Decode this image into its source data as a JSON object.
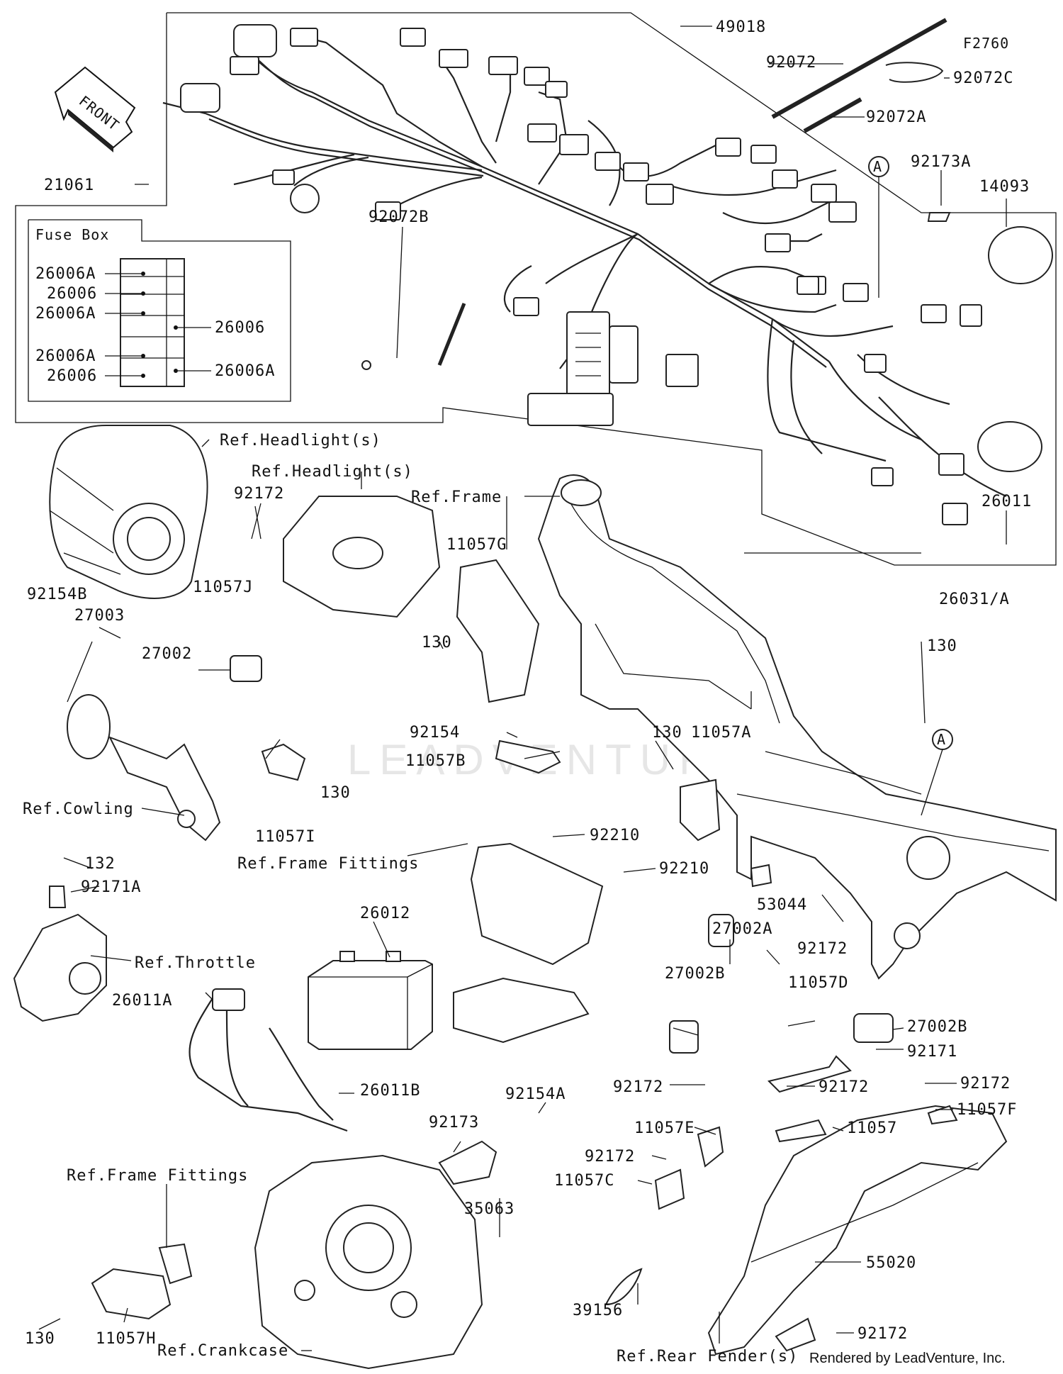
{
  "diagram": {
    "code": "F2760",
    "front_label": "FRONT",
    "callout_a": "A",
    "fuse_box": {
      "title": "Fuse Box",
      "left_fuses": [
        "26006A",
        "26006",
        "26006A",
        "26006A",
        "26006"
      ],
      "right_fuses": [
        "26006",
        "26006A"
      ]
    },
    "parts": [
      "49018",
      "92072",
      "92072C",
      "92072A",
      "92173A",
      "14093",
      "21061",
      "92072B",
      "26011",
      "26031/A",
      "Ref.Headlight(s)",
      "Ref.Headlight(s)",
      "92172",
      "11057J",
      "92154B",
      "27003",
      "27002",
      "Ref.Frame",
      "11057G",
      "130",
      "130",
      "92154",
      "11057B",
      "130",
      "11057A",
      "130",
      "11057I",
      "Ref.Cowling",
      "92210",
      "92210",
      "Ref.Frame Fittings",
      "132",
      "92171A",
      "26012",
      "Ref.Throttle",
      "26011A",
      "53044",
      "27002A",
      "92172",
      "27002B",
      "11057D",
      "27002B",
      "92171",
      "92172",
      "92172",
      "92172",
      "26011B",
      "92173",
      "92154A",
      "11057E",
      "11057",
      "11057F",
      "92172",
      "11057C",
      "35063",
      "Ref.Frame Fittings",
      "55020",
      "39156",
      "130",
      "11057H",
      "Ref.Crankcase",
      "Ref.Rear Fender(s)",
      "92172"
    ],
    "watermark": "LEADVENTURE",
    "footer": "Rendered by LeadVenture, Inc."
  }
}
